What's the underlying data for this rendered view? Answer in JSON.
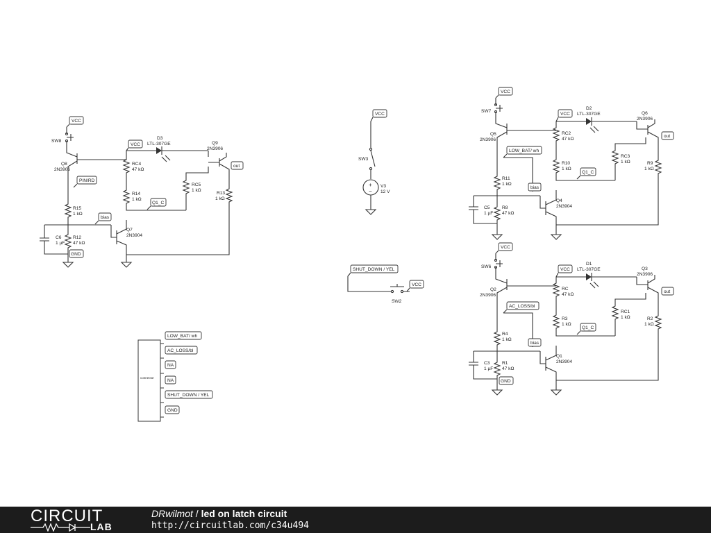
{
  "schematic": {
    "circuit_a": {
      "sw8": "SW8",
      "q8": "Q8",
      "q8_part": "2N3906",
      "pinrd": "PIN/RD",
      "r15": "R15",
      "r15_val": "1 kΩ",
      "bias": "bias",
      "c6": "C6",
      "c6_val": "1 µF",
      "r12": "R12",
      "r12_val": "47 kΩ",
      "gnd": "GND",
      "vcc": "VCC",
      "vcc2": "VCC",
      "d3": "D3",
      "d3_part": "LTL-307GE",
      "rc4": "RC4",
      "rc4_val": "47 kΩ",
      "r14": "R14",
      "r14_val": "1 kΩ",
      "q1c": "Q1_C",
      "q7": "Q7",
      "q7_part": "2N3904",
      "rc5": "RC5",
      "rc5_val": "1 kΩ",
      "q9": "Q9",
      "q9_part": "2N3906",
      "out": "out",
      "r13": "R13",
      "r13_val": "1 kΩ"
    },
    "supply": {
      "vcc": "VCC",
      "sw3": "SW3",
      "v3": "V3",
      "v3_val": "12 V",
      "shutdown": "SHUT_DOWN / YEL",
      "sw2": "SW2",
      "vcc2": "VCC"
    },
    "connector": {
      "label": "connector",
      "pins": [
        "LOW_BAT/ wh",
        "AC_LOSS/bl",
        "NA",
        "NA",
        "SHUT_DOWN / YEL",
        "GND"
      ]
    },
    "circuit_b": {
      "vcc_top": "VCC",
      "sw7": "SW7",
      "q5": "Q5",
      "q5_part": "2N3906",
      "vcc": "VCC",
      "d2": "D2",
      "d2_part": "LTL-307GE",
      "q6": "Q6",
      "q6_part": "2N3906",
      "rc2": "RC2",
      "rc2_val": "47 kΩ",
      "lowbat": "LOW_BAT/ wh",
      "rc3": "RC3",
      "rc3_val": "1 kΩ",
      "out": "out",
      "r10": "R10",
      "r10_val": "1 kΩ",
      "r9": "R9",
      "r9_val": "1 kΩ",
      "r11": "R11",
      "r11_val": "1 kΩ",
      "q1c": "Q1_C",
      "bias": "bias",
      "q4": "Q4",
      "q4_part": "2N3904",
      "c5": "C5",
      "c5_val": "1 µF",
      "r8": "R8",
      "r8_val": "47 kΩ"
    },
    "circuit_c": {
      "vcc_top": "VCC",
      "sw6": "SW6",
      "q2": "Q2",
      "q2_part": "2N3906",
      "vcc": "VCC",
      "d1": "D1",
      "d1_part": "LTL-307GE",
      "q3": "Q3",
      "q3_part": "2N3906",
      "rc": "RC",
      "rc_val": "47 kΩ",
      "acloss": "AC_LOSS/bl",
      "rc1": "RC1",
      "rc1_val": "1 kΩ",
      "out": "out",
      "r3": "R3",
      "r3_val": "1 kΩ",
      "r2": "R2",
      "r2_val": "1 kΩ",
      "r4": "R4",
      "r4_val": "1 kΩ",
      "q1c": "Q1_C",
      "bias": "bias",
      "q1": "Q1",
      "q1_part": "2N3904",
      "c3": "C3",
      "c3_val": "1 µF",
      "r1": "R1",
      "r1_val": "47 kΩ",
      "gnd": "GND"
    }
  },
  "footer": {
    "logo_top": "CIRCUIT",
    "logo_bottom": "LAB",
    "author": "DRwilmot",
    "separator": " / ",
    "title": "led on latch circuit",
    "url": "http://circuitlab.com/c34u494"
  }
}
